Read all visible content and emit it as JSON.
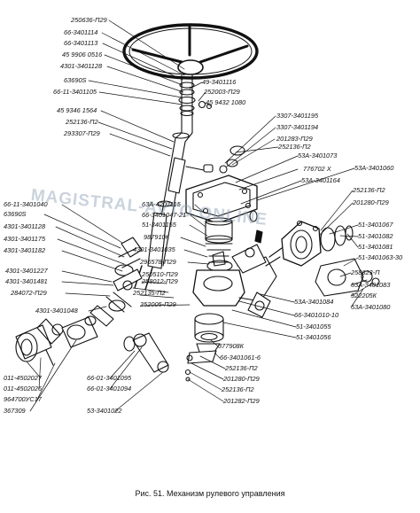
{
  "caption": "Рис. 51. Механизм рулевого управления",
  "watermark": "MAGISTRAL-AVTO.ONLINE",
  "colors": {
    "ink": "#111111",
    "watermark": "#8ca0b4"
  },
  "labels": {
    "l01": "250636-П29",
    "l02": "66-3401114",
    "l03": "66-3401113",
    "l04": "45 9906 0516",
    "l05": "4301-3401128",
    "l06": "63690S",
    "l07": "66-11-3401105",
    "l08": "45 9346 1564",
    "l09": "252136-П2",
    "l10": "293307-П29",
    "l11": "49-3401116",
    "l12": "252003-П29",
    "l13": "45 9432 1080",
    "l14": "3307-3401195",
    "l15": "3307-3401194",
    "l16": "201283-П29",
    "l17": "252136-П2",
    "l18": "53А-3401073",
    "l19": "776702 Х",
    "l20": "53А-3401164",
    "l21": "53А-3401060",
    "l22": "66-11-3401040",
    "l23": "63690S",
    "l24": "4301-3401128",
    "l25": "4301-3401175",
    "l26": "4301-3401182",
    "l27": "63А-4207115",
    "l28": "66-3401047-21",
    "l29": "51-3401155",
    "l30": "987910К",
    "l31": "4301-3401035",
    "l32": "296578-П29",
    "l33": "252136-П2",
    "l34": "201280-П29",
    "l35": "51-3401067",
    "l36": "51-3401082",
    "l37": "51-3401081",
    "l38": "51-3401063-30",
    "l39": "4301-3401227",
    "l40": "4301-3401481",
    "l41": "284072-П29",
    "l42": "4301-3401048",
    "l43": "250510-П29",
    "l44": "258012-П29",
    "l45": "252135-П2",
    "l46": "252005-П29",
    "l47": "258623-П",
    "l48": "53А-3401083",
    "l49": "922205К",
    "l50": "53А-3401080",
    "l51": "53А-3401084",
    "l52": "66-3401010-10",
    "l53": "51-3401055",
    "l54": "51-3401056",
    "l55": "377908К",
    "l56": "66-3401061-6",
    "l57": "252136-П2",
    "l58": "201280-П29",
    "l59": "252136-П2",
    "l60": "201282-П29",
    "l61": "011-4502027",
    "l62": "011-4502026",
    "l63": "964700УС17",
    "l64": "367309",
    "l65": "66-01-3401095",
    "l66": "66-01-3401094",
    "l67": "53-3401022"
  }
}
